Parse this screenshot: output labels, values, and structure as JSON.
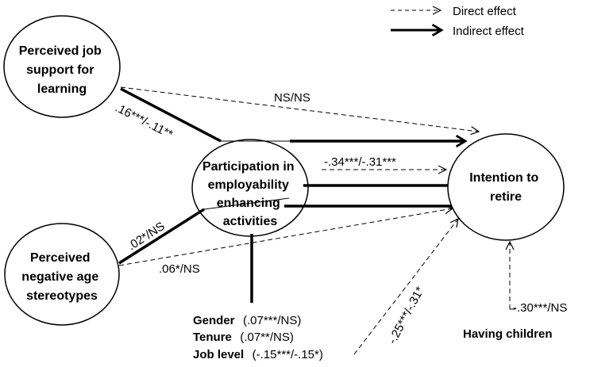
{
  "legend": {
    "direct": "Direct effect",
    "indirect": "Indirect effect"
  },
  "nodes": {
    "job_support": [
      "Perceived job",
      "support for",
      "learning"
    ],
    "age_stereotypes": [
      "Perceived",
      "negative age",
      "stereotypes"
    ],
    "participation": [
      "Participation in",
      "employability",
      "enhancing",
      "activities"
    ],
    "intention": [
      "Intention to",
      "retire"
    ]
  },
  "paths": {
    "support_to_intention": "NS/NS",
    "support_to_participation": ".16***/-.11**",
    "participation_to_intention": "-.34***/-.31***",
    "stereotypes_to_participation": ".02*/NS",
    "stereotypes_to_intention": ".06*/NS",
    "joblevel_to_intention": "-.25***/-.31*",
    "children_to_intention": "-.30***/NS"
  },
  "controls": {
    "gender_label": "Gender",
    "gender_value": "(.07***/NS)",
    "tenure_label": "Tenure",
    "tenure_value": "(.07**/NS)",
    "joblevel_label": "Job level",
    "joblevel_value": "(-.15***/-.15*)"
  },
  "having_children": "Having children"
}
